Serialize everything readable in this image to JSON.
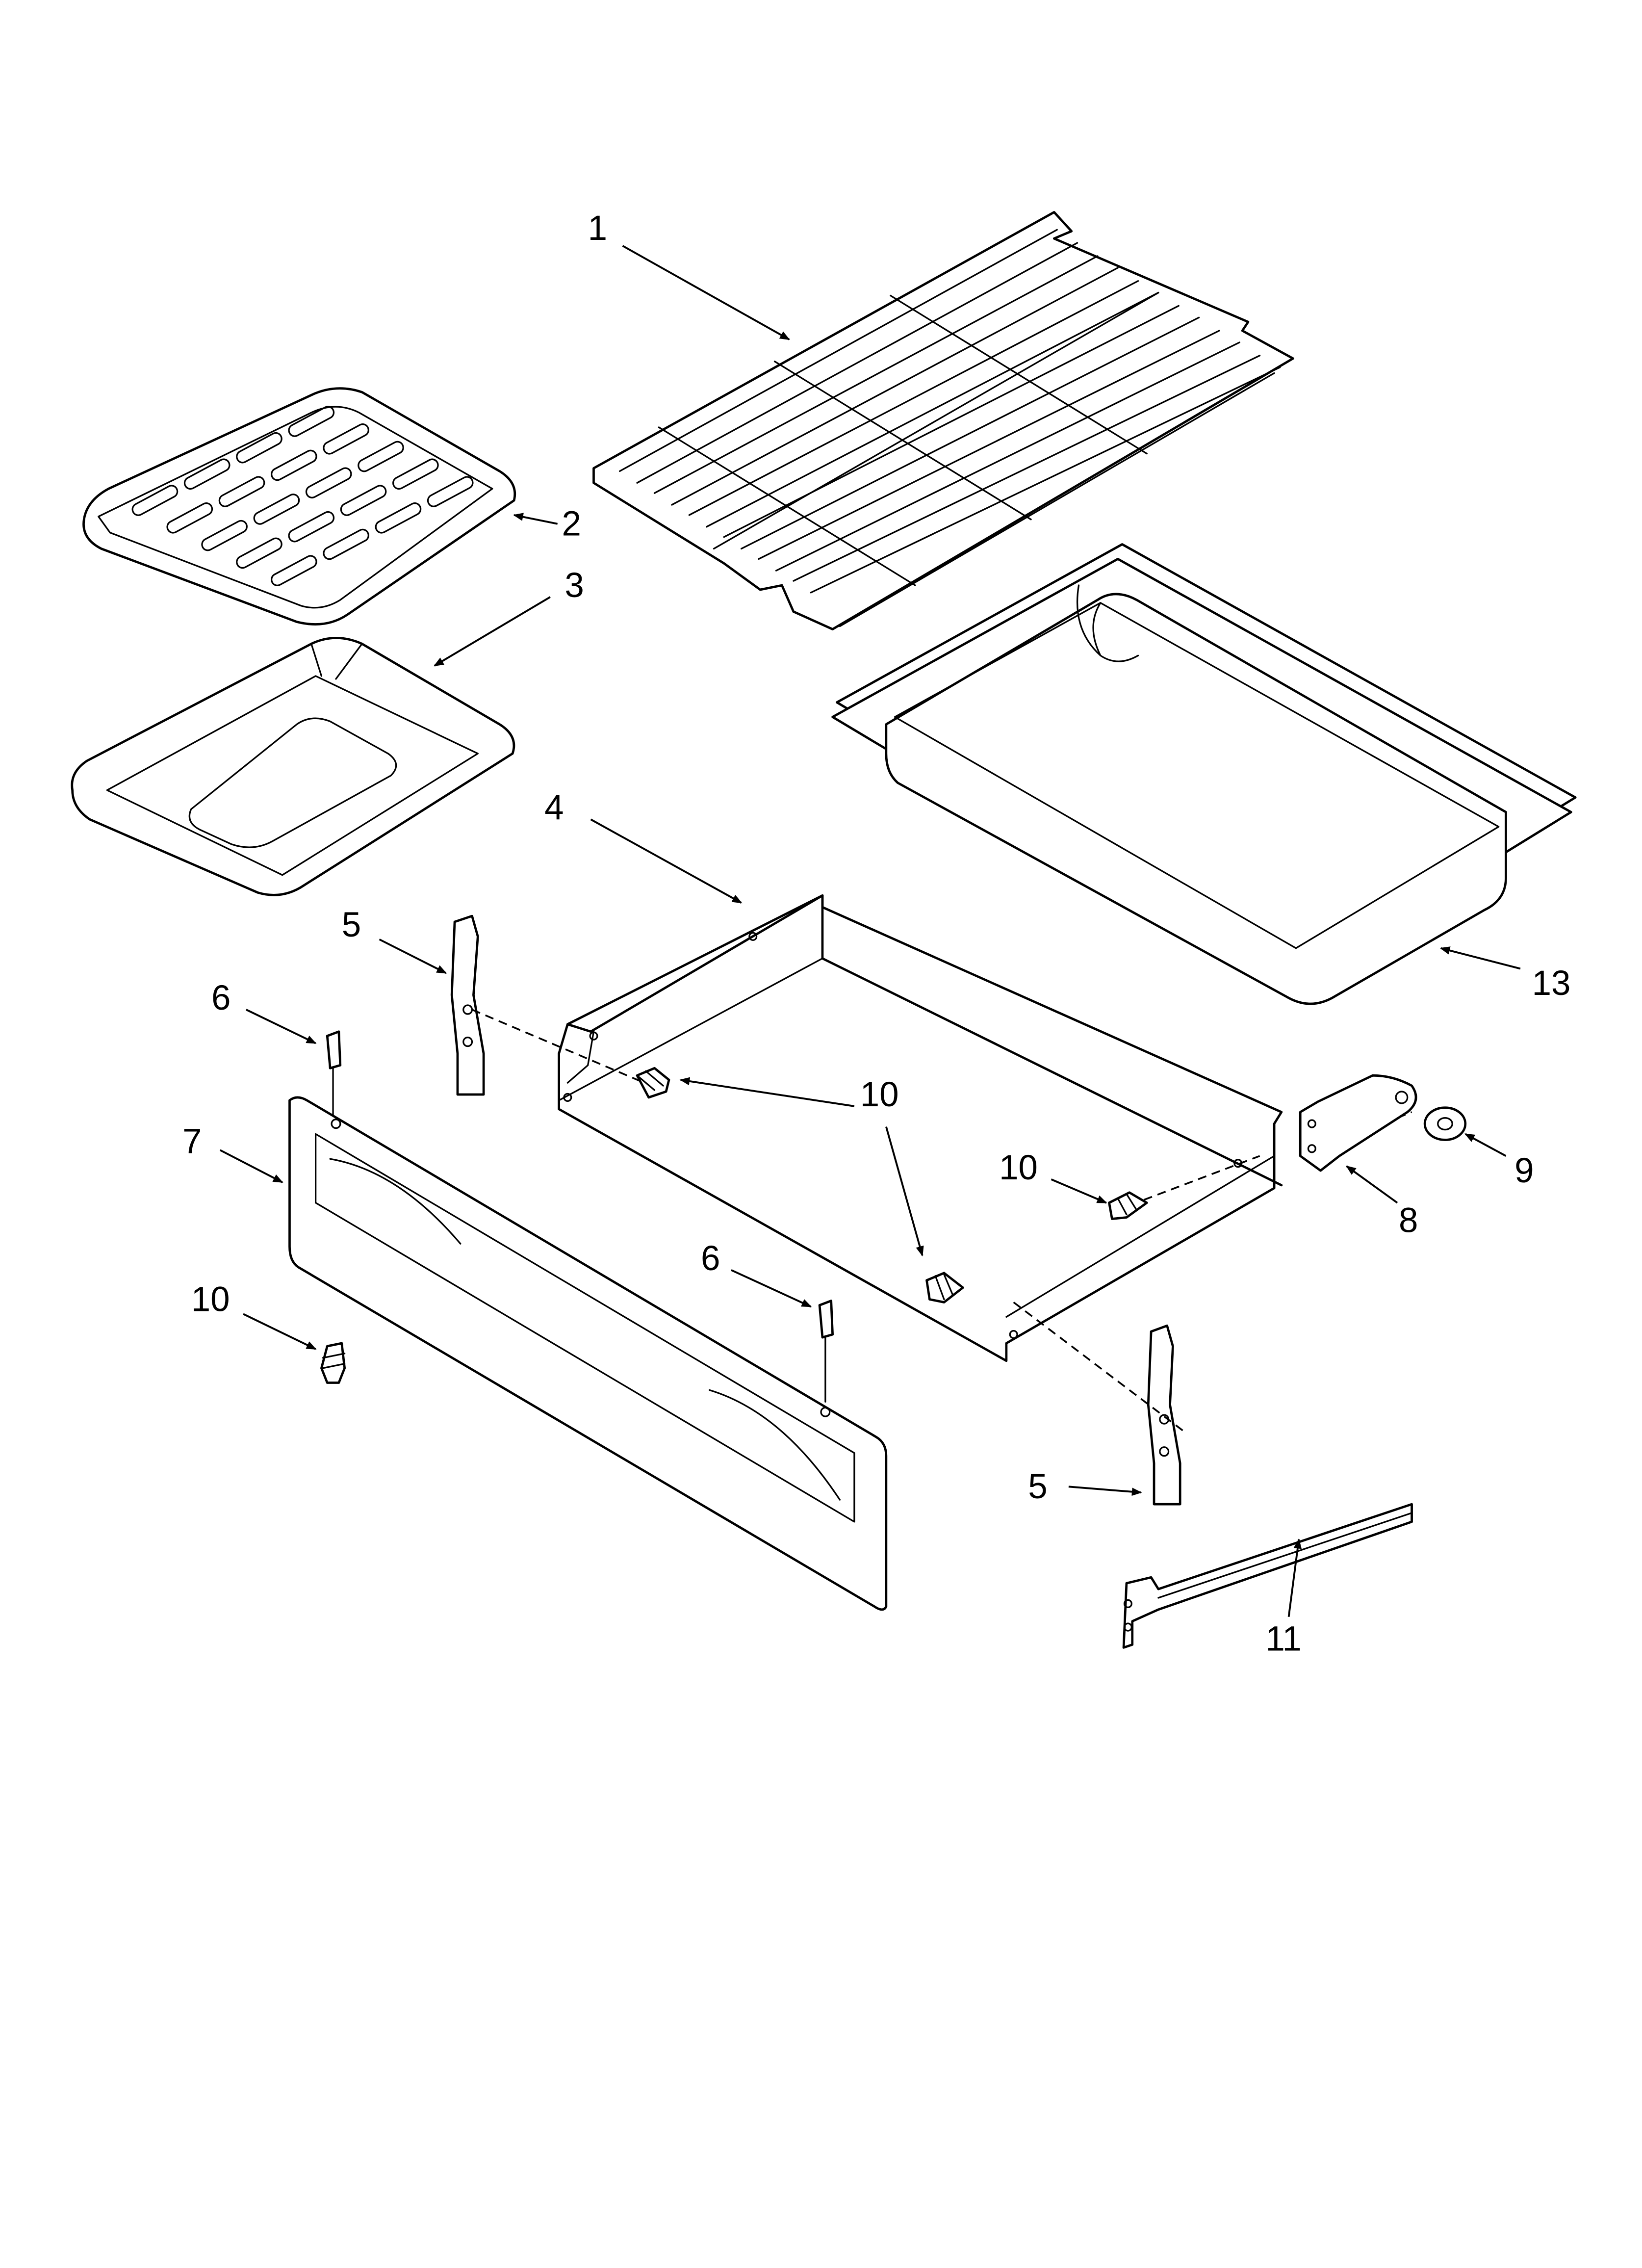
{
  "diagram": {
    "callouts": {
      "c1": "1",
      "c2": "2",
      "c3": "3",
      "c4": "4",
      "c5a": "5",
      "c5b": "5",
      "c6a": "6",
      "c6b": "6",
      "c7": "7",
      "c8": "8",
      "c9": "9",
      "c10a": "10",
      "c10b": "10",
      "c10c": "10",
      "c11": "11",
      "c13": "13"
    }
  }
}
